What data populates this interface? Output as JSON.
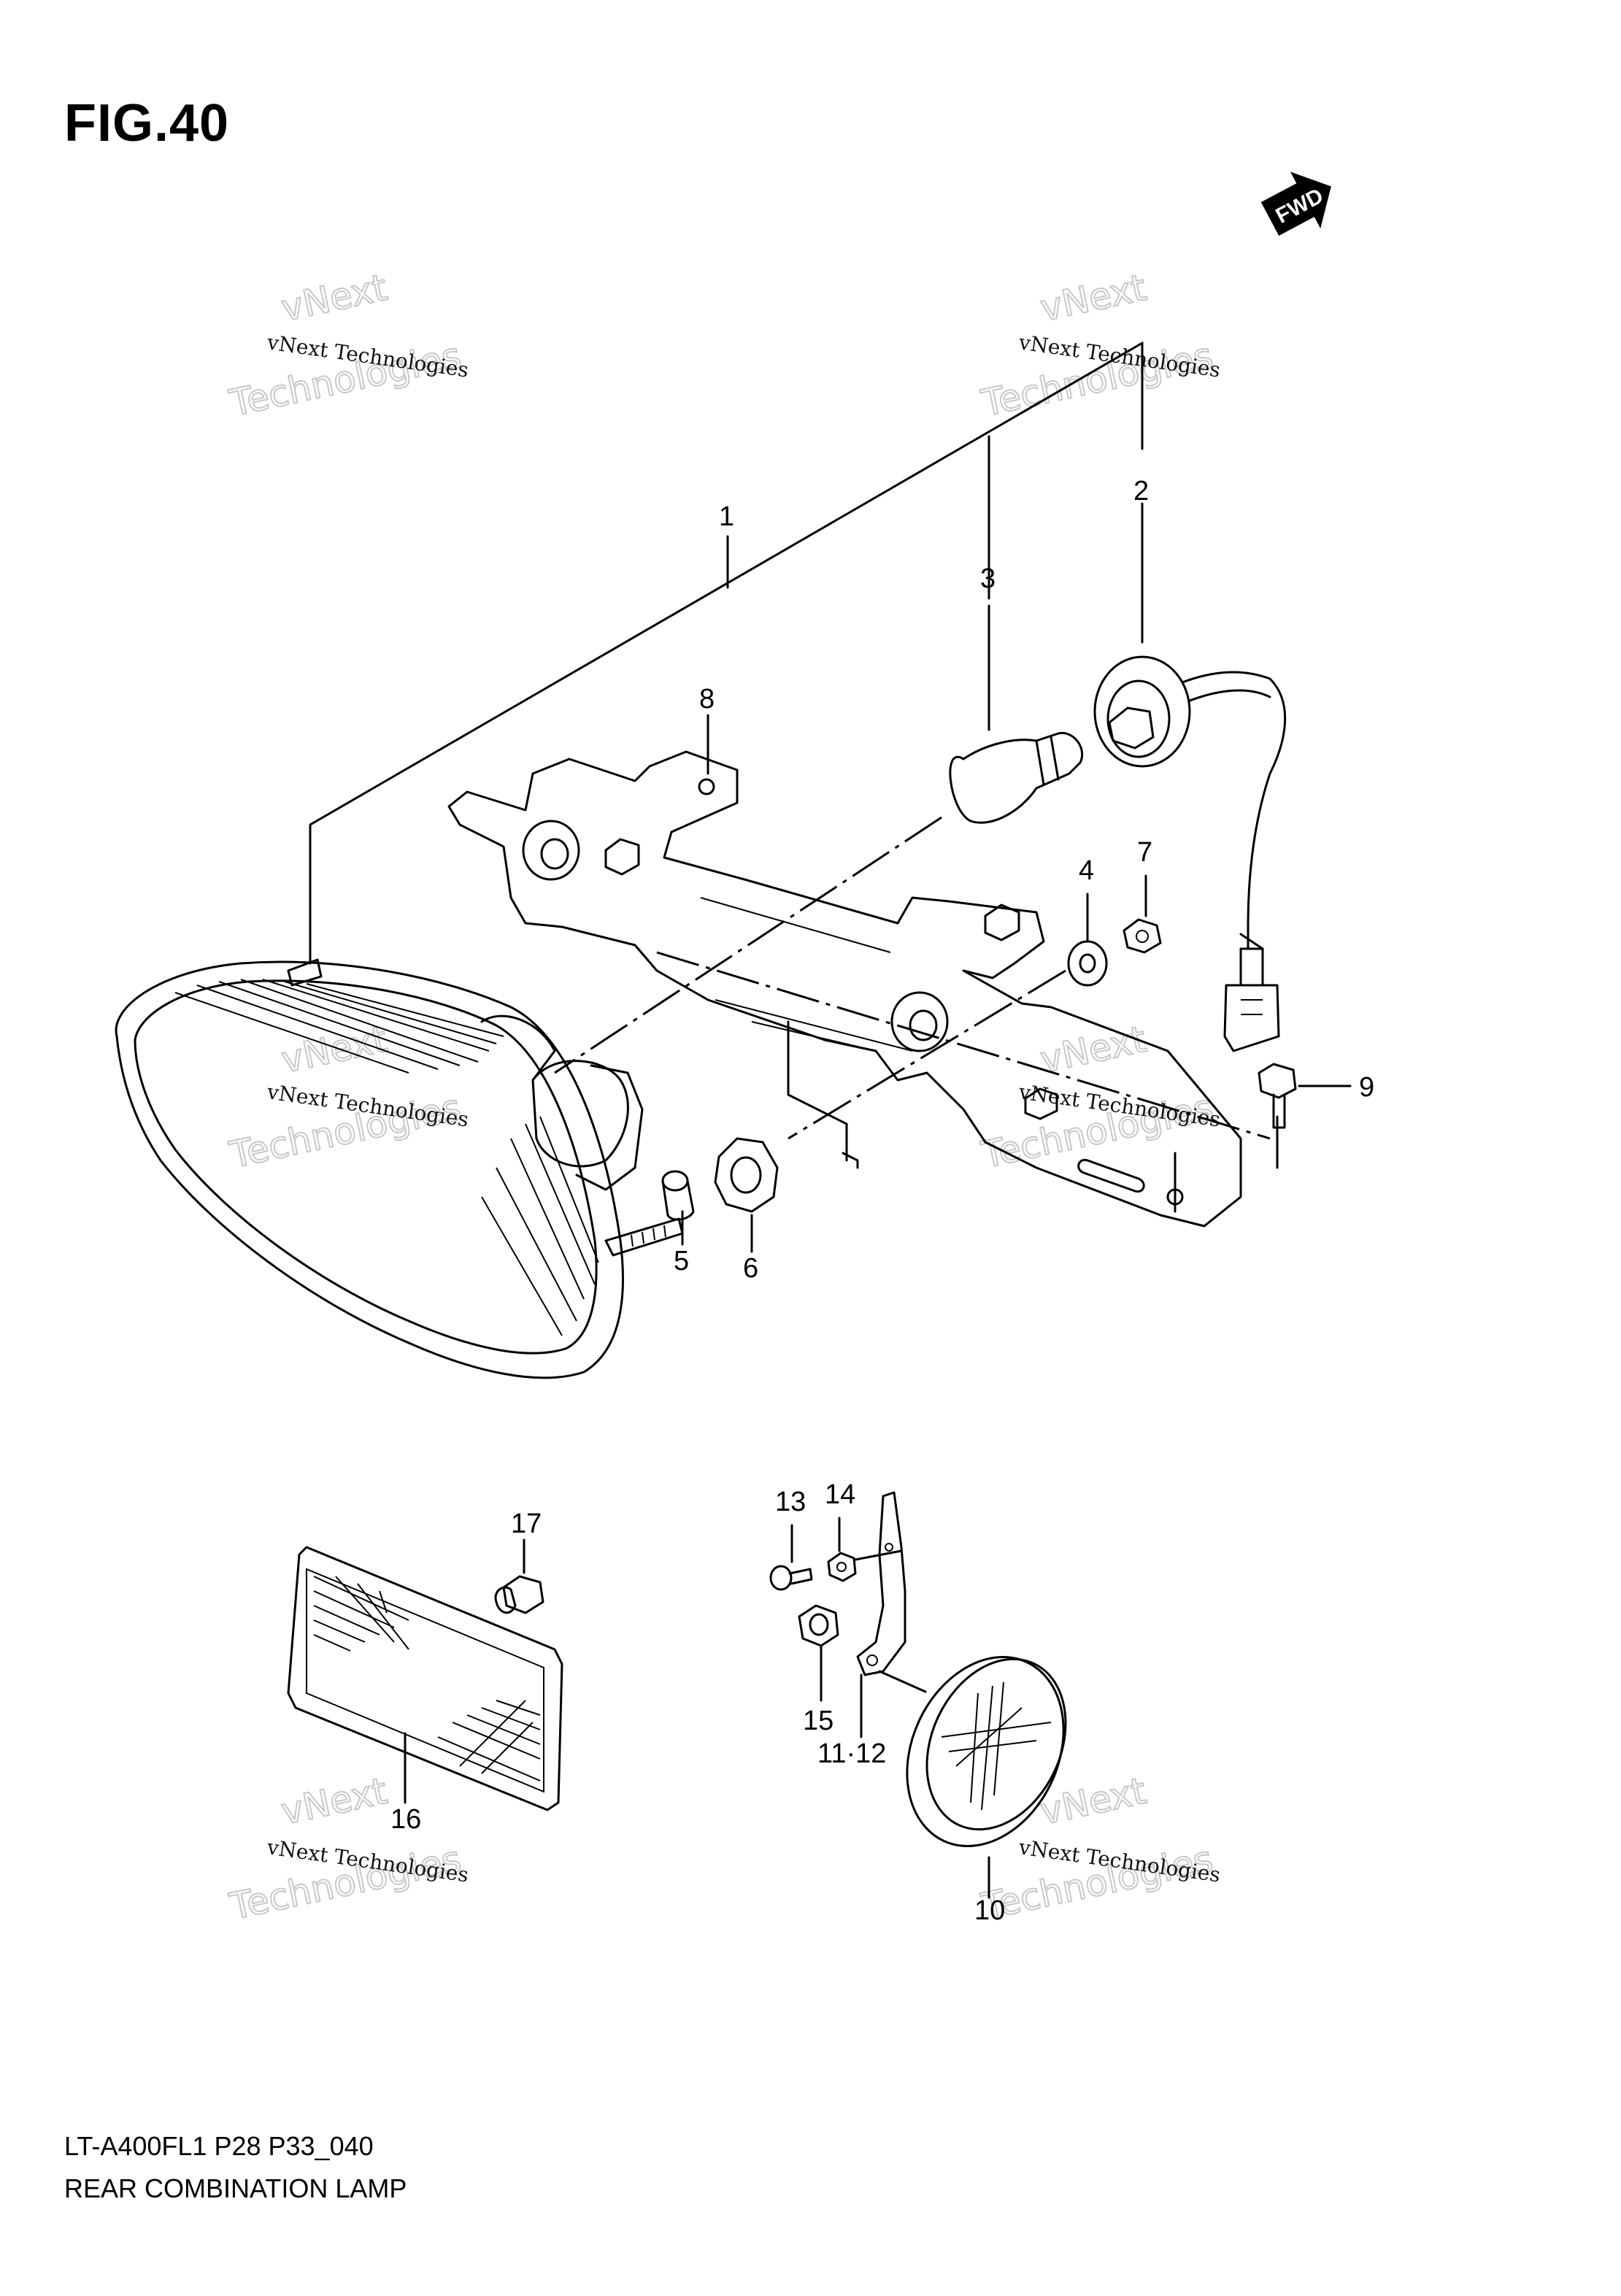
{
  "figure": {
    "title": "FIG.40",
    "fwd_label": "FWD"
  },
  "callouts": {
    "c1": "1",
    "c2": "2",
    "c3": "3",
    "c4": "4",
    "c5": "5",
    "c6": "6",
    "c7": "7",
    "c8": "8",
    "c9": "9",
    "c10": "10",
    "c11_12": "11·12",
    "c13": "13",
    "c14": "14",
    "c15": "15",
    "c16": "16",
    "c17": "17"
  },
  "watermark": {
    "small": "vNext Technologies",
    "big": "Technologies",
    "big_top": "vNext"
  },
  "footer": {
    "model_code": "LT-A400FL1 P28 P33_040",
    "section_name": "REAR COMBINATION LAMP"
  }
}
